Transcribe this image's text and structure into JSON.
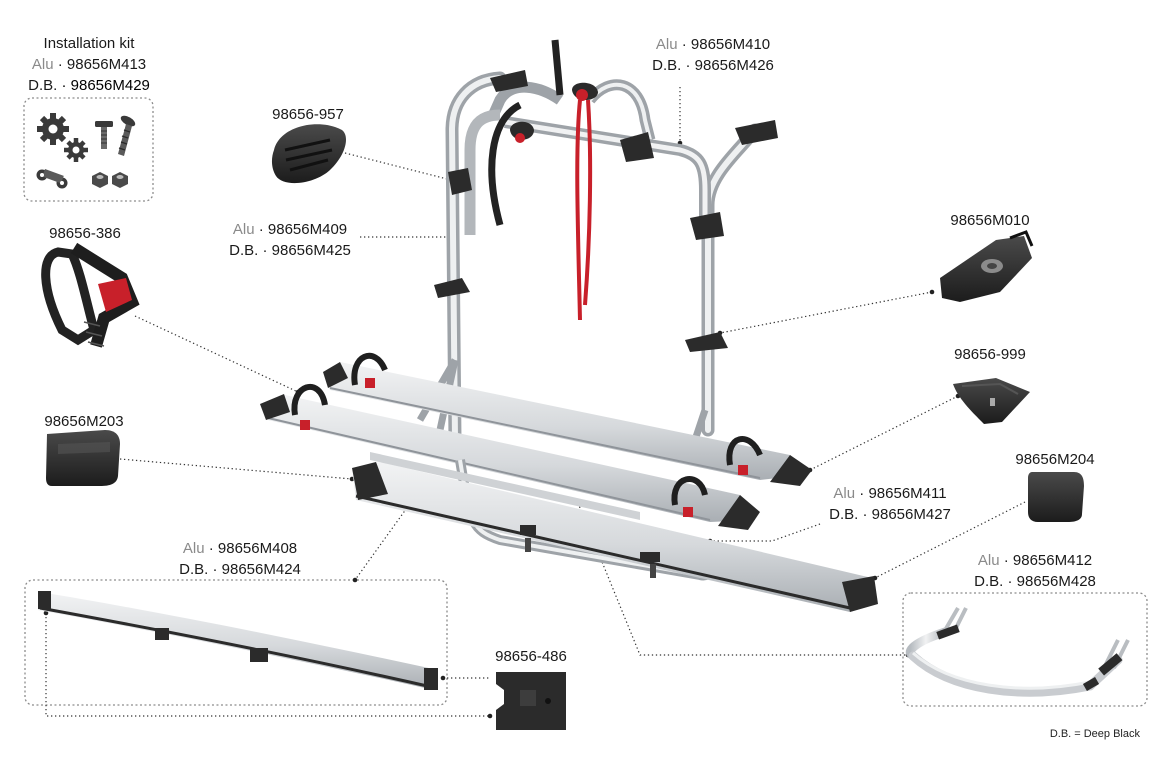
{
  "labels": {
    "kit_title": "Installation kit",
    "kit_alu_material": "Alu",
    "kit_alu_code": "98656M413",
    "kit_db_material": "D.B.",
    "kit_db_code": "98656M429",
    "top_alu_material": "Alu",
    "top_alu_code": "98656M410",
    "top_db_material": "D.B.",
    "top_db_code": "98656M426",
    "part_957": "98656-957",
    "left_frame_alu_material": "Alu",
    "left_frame_alu_code": "98656M409",
    "left_frame_db_material": "D.B.",
    "left_frame_db_code": "98656M425",
    "part_386": "98656-386",
    "part_m010": "98656M010",
    "part_999": "98656-999",
    "part_m203": "98656M203",
    "part_m204": "98656M204",
    "rail_alu_material": "Alu",
    "rail_alu_code": "98656M411",
    "rail_db_material": "D.B.",
    "rail_db_code": "98656M427",
    "bottom_alu_material": "Alu",
    "bottom_alu_code": "98656M408",
    "bottom_db_material": "D.B.",
    "bottom_db_code": "98656M424",
    "bracket_alu_material": "Alu",
    "bracket_alu_code": "98656M412",
    "bracket_db_material": "D.B.",
    "bracket_db_code": "98656M428",
    "part_486": "98656-486",
    "separator": "·",
    "footnote": "D.B. = Deep Black"
  },
  "colors": {
    "aluminium": "#d9dcdf",
    "aluminium_dark": "#9ea3a8",
    "black_part": "#2b2b2b",
    "strap_red": "#c8202a",
    "leader_dots": "#333333",
    "box_border": "#8c8c8c"
  }
}
